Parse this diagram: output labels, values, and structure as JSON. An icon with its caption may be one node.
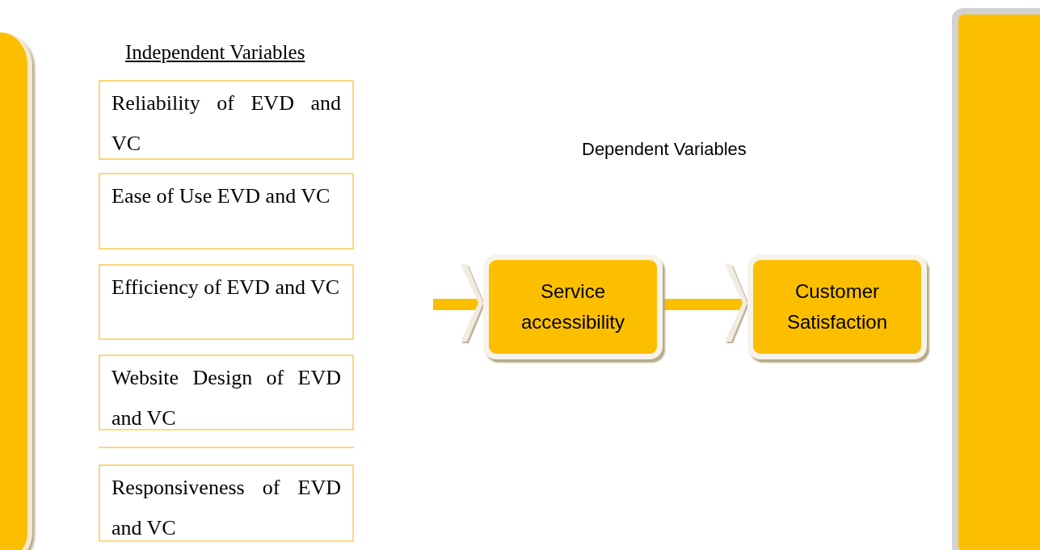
{
  "diagram": {
    "nodes": [
      {
        "text": [],
        "shape": "bar"
      },
      {
        "text": [
          "Reliability of EVD and VC"
        ]
      },
      {
        "text": [
          "Ease of Use EVD and VC"
        ]
      },
      {
        "text": [
          "Efficiency of EVD and VC"
        ]
      },
      {
        "text": [
          "Website Design of EVD and VC"
        ]
      },
      {
        "text": [
          "Responsiveness of EVD and VC"
        ]
      },
      {
        "text": [
          "Service accessibility"
        ]
      },
      {
        "text": [
          "Customer Satisfaction"
        ]
      },
      {
        "text": [],
        "shape": "bar"
      }
    ],
    "edges": [
      {
        "from": null,
        "to": 6,
        "arrow": "to"
      },
      {
        "from": 6,
        "to": 7,
        "arrow": "to"
      }
    ],
    "labels": [
      "Independent Variables",
      "Dependent Variables"
    ]
  }
}
